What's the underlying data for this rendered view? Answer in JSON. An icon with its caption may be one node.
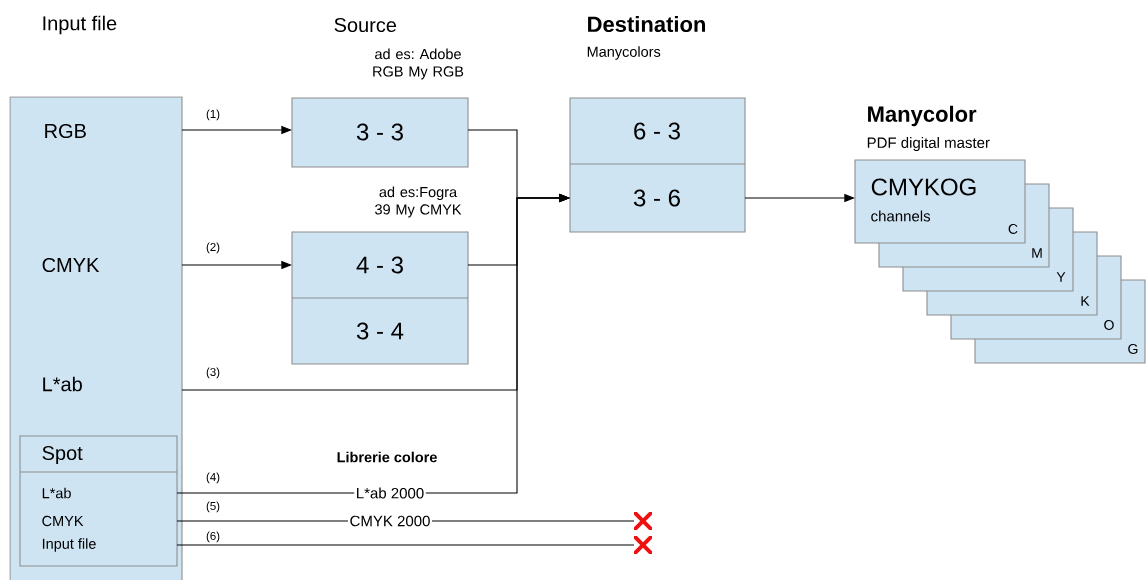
{
  "diagram": {
    "nodes": [
      {
        "text": [
          "Input file",
          "RGB",
          "CMYK",
          "L*ab"
        ]
      },
      {
        "text": [
          "Spot",
          "L*ab",
          "CMYK",
          "Input file"
        ],
        "in": 0
      },
      {
        "text": [
          "3 - 3"
        ],
        "beside": [
          "ad es: Adobe RGB My RGB"
        ]
      },
      {
        "text": [
          "4 - 3",
          "3 - 4"
        ],
        "beside": [
          "ad es:Fogra 39 My CMYK"
        ]
      },
      {
        "text": [
          "L*ab 2000"
        ]
      },
      {
        "text": [
          "CMYK 2000"
        ]
      },
      {
        "text": [],
        "shape": "cross"
      },
      {
        "text": [],
        "shape": "cross"
      },
      {
        "text": [
          "Destination",
          "Manycolors",
          "6 - 3",
          "3 - 6"
        ]
      },
      {
        "text": [
          "Manycolor",
          "PDF digital master",
          "CMYKOG",
          "channels",
          "C",
          "M",
          "Y",
          "K",
          "O",
          "G"
        ]
      }
    ],
    "edges": [
      {
        "from": 0,
        "to": 2,
        "arrow": "to",
        "label": "(1)"
      },
      {
        "from": 0,
        "to": 3,
        "arrow": "to",
        "label": "(2)"
      },
      {
        "from": 2,
        "to": 8,
        "arrow": "to"
      },
      {
        "from": 3,
        "to": 8,
        "arrow": "to"
      },
      {
        "from": 0,
        "to": 8,
        "arrow": "to",
        "label": "(3)"
      },
      {
        "from": 1,
        "to": 4,
        "arrow": "none",
        "label": "(4)"
      },
      {
        "from": 4,
        "to": 8,
        "arrow": "to"
      },
      {
        "from": 1,
        "to": 5,
        "arrow": "none",
        "label": "(5)"
      },
      {
        "from": 5,
        "to": 6,
        "arrow": "none"
      },
      {
        "from": 1,
        "to": 7,
        "arrow": "none",
        "label": "(6)"
      },
      {
        "from": 8,
        "to": 9,
        "arrow": "to"
      }
    ],
    "labels": [
      "Source",
      "Librerie colore"
    ]
  }
}
